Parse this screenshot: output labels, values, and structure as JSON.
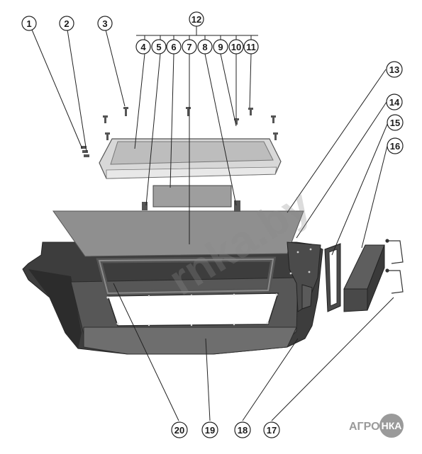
{
  "callouts": [
    {
      "n": "1"
    },
    {
      "n": "2"
    },
    {
      "n": "3"
    },
    {
      "n": "4"
    },
    {
      "n": "5"
    },
    {
      "n": "6"
    },
    {
      "n": "7"
    },
    {
      "n": "8"
    },
    {
      "n": "9"
    },
    {
      "n": "10"
    },
    {
      "n": "11"
    },
    {
      "n": "12"
    },
    {
      "n": "13"
    },
    {
      "n": "14"
    },
    {
      "n": "15"
    },
    {
      "n": "16"
    },
    {
      "n": "17"
    },
    {
      "n": "18"
    },
    {
      "n": "19"
    },
    {
      "n": "20"
    }
  ],
  "watermark": "rnka.by",
  "logo": {
    "left": "АГРО",
    "badge": "НКА"
  },
  "colors": {
    "body_dark": "#3d3d3d",
    "body_mid": "#6a6a6a",
    "panel_light": "#9a9a9a",
    "plate_light": "#c8c8c8"
  }
}
